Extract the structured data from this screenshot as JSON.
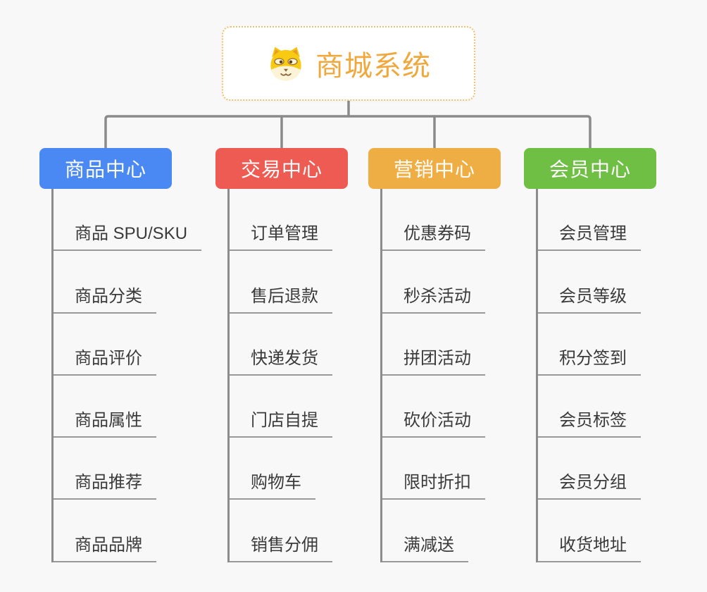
{
  "root": {
    "title": "商城系统",
    "icon": "dog-face-icon",
    "text_color": "#f0a83c",
    "border_color": "#f2c06c"
  },
  "colors": {
    "background": "#f8f8f8",
    "connector": "#8a8a8a",
    "item_underline": "#999999",
    "item_text": "#3a3a3a"
  },
  "branches": [
    {
      "label": "商品中心",
      "color": "#4a89f3",
      "items": [
        "商品 SPU/SKU",
        "商品分类",
        "商品评价",
        "商品属性",
        "商品推荐",
        "商品品牌"
      ]
    },
    {
      "label": "交易中心",
      "color": "#ee5b52",
      "items": [
        "订单管理",
        "售后退款",
        "快递发货",
        "门店自提",
        "购物车",
        "销售分佣"
      ]
    },
    {
      "label": "营销中心",
      "color": "#efae43",
      "items": [
        "优惠券码",
        "秒杀活动",
        "拼团活动",
        "砍价活动",
        "限时折扣",
        "满减送"
      ]
    },
    {
      "label": "会员中心",
      "color": "#6fbf45",
      "items": [
        "会员管理",
        "会员等级",
        "积分签到",
        "会员标签",
        "会员分组",
        "收货地址"
      ]
    }
  ]
}
